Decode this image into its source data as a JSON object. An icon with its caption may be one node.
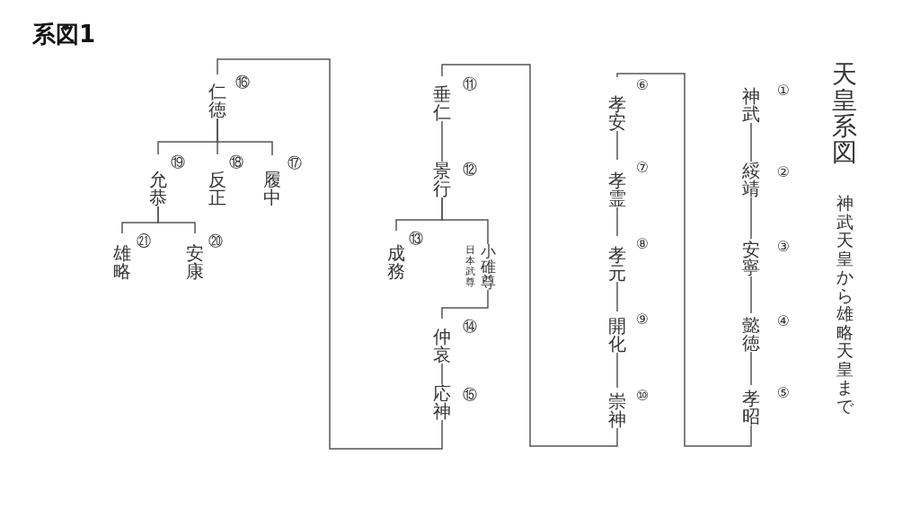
{
  "diagram": {
    "title": "系図1",
    "nodes": [
      {
        "text": [
          "神武"
        ],
        "beside": [
          "①"
        ]
      },
      {
        "text": [
          "綏靖"
        ],
        "beside": [
          "②"
        ]
      },
      {
        "text": [
          "安寧"
        ],
        "beside": [
          "③"
        ]
      },
      {
        "text": [
          "懿徳"
        ],
        "beside": [
          "④"
        ]
      },
      {
        "text": [
          "孝昭"
        ],
        "beside": [
          "⑤"
        ]
      },
      {
        "text": [
          "孝安"
        ],
        "beside": [
          "⑥"
        ]
      },
      {
        "text": [
          "孝霊"
        ],
        "beside": [
          "⑦"
        ]
      },
      {
        "text": [
          "孝元"
        ],
        "beside": [
          "⑧"
        ]
      },
      {
        "text": [
          "開化"
        ],
        "beside": [
          "⑨"
        ]
      },
      {
        "text": [
          "崇神"
        ],
        "beside": [
          "⑩"
        ]
      },
      {
        "text": [
          "垂仁"
        ],
        "beside": [
          "⑪"
        ]
      },
      {
        "text": [
          "景行"
        ],
        "beside": [
          "⑫"
        ]
      },
      {
        "text": [
          "成務"
        ],
        "beside": [
          "⑬"
        ]
      },
      {
        "text": [
          "小碓尊"
        ],
        "beside": [
          "日本武尊"
        ]
      },
      {
        "text": [
          "仲哀"
        ],
        "beside": [
          "⑭"
        ]
      },
      {
        "text": [
          "応神"
        ],
        "beside": [
          "⑮"
        ]
      },
      {
        "text": [
          "仁徳"
        ],
        "beside": [
          "⑯"
        ]
      },
      {
        "text": [
          "履中"
        ],
        "beside": [
          "⑰"
        ]
      },
      {
        "text": [
          "反正"
        ],
        "beside": [
          "⑱"
        ]
      },
      {
        "text": [
          "允恭"
        ],
        "beside": [
          "⑲"
        ]
      },
      {
        "text": [
          "安康"
        ],
        "beside": [
          "⑳"
        ]
      },
      {
        "text": [
          "雄略"
        ],
        "beside": [
          "㉑"
        ]
      }
    ],
    "edges": [
      {
        "from": 0,
        "to": 1,
        "arrow": "none"
      },
      {
        "from": 1,
        "to": 2,
        "arrow": "none"
      },
      {
        "from": 2,
        "to": 3,
        "arrow": "none"
      },
      {
        "from": 3,
        "to": 4,
        "arrow": "none"
      },
      {
        "from": 4,
        "to": 5,
        "arrow": "none"
      },
      {
        "from": 5,
        "to": 6,
        "arrow": "none"
      },
      {
        "from": 6,
        "to": 7,
        "arrow": "none"
      },
      {
        "from": 7,
        "to": 8,
        "arrow": "none"
      },
      {
        "from": 8,
        "to": 9,
        "arrow": "none"
      },
      {
        "from": 9,
        "to": 10,
        "arrow": "none"
      },
      {
        "from": 10,
        "to": 11,
        "arrow": "none"
      },
      {
        "from": 11,
        "to": 12,
        "arrow": "none"
      },
      {
        "from": 11,
        "to": 13,
        "arrow": "none"
      },
      {
        "from": 13,
        "to": 14,
        "arrow": "none"
      },
      {
        "from": 14,
        "to": 15,
        "arrow": "none"
      },
      {
        "from": 15,
        "to": 16,
        "arrow": "none"
      },
      {
        "from": 16,
        "to": 17,
        "arrow": "none"
      },
      {
        "from": 16,
        "to": 18,
        "arrow": "none"
      },
      {
        "from": 16,
        "to": 19,
        "arrow": "none"
      },
      {
        "from": 19,
        "to": 20,
        "arrow": "none"
      },
      {
        "from": 19,
        "to": 21,
        "arrow": "none"
      }
    ],
    "labels": [
      "天皇系図",
      "神武天皇から雄略天皇まで"
    ]
  }
}
